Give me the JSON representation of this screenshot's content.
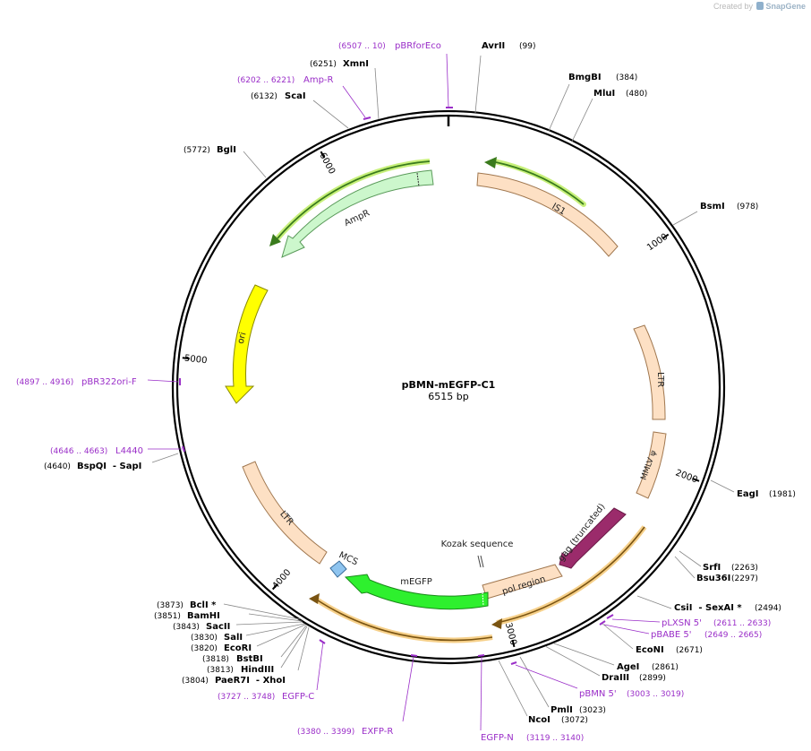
{
  "app": {
    "credit_prefix": "Created by",
    "credit_brand": "SnapGene"
  },
  "plasmid": {
    "name": "pBMN-mEGFP-C1",
    "size_label": "6515 bp",
    "length": 6515
  },
  "colors": {
    "primer": "#9a2ec8",
    "enzyme_line": "#888888",
    "feature_label": "#222222",
    "backbone": "#000000"
  },
  "ticks": [
    {
      "value": 1000,
      "label": "1000"
    },
    {
      "value": 2000,
      "label": "2000"
    },
    {
      "value": 3000,
      "label": "3000"
    },
    {
      "value": 4000,
      "label": "4000"
    },
    {
      "value": 5000,
      "label": "5000"
    },
    {
      "value": 6000,
      "label": "6000"
    }
  ],
  "features": [
    {
      "name": "IS1",
      "label": "IS1",
      "type": "misc",
      "fill": "#fde0c4",
      "stroke": "#a0774f"
    },
    {
      "name": "LTR",
      "label": "LTR",
      "type": "ltr",
      "fill": "#fde0c4",
      "stroke": "#a0774f"
    },
    {
      "name": "MMLV ψ",
      "label": "MMLV ψ",
      "type": "misc",
      "fill": "#fde0c4",
      "stroke": "#a0774f"
    },
    {
      "name": "gag (truncated)",
      "label": "gag (truncated)",
      "type": "cds",
      "fill": "#9b2b6b",
      "stroke": "#6b1c48"
    },
    {
      "name": "pol region",
      "label": "pol region",
      "type": "misc",
      "fill": "#fde0c4",
      "stroke": "#a0774f"
    },
    {
      "name": "mEGFP",
      "label": "mEGFP",
      "type": "cds",
      "fill": "#2ef02e",
      "stroke": "#1a8a1a"
    },
    {
      "name": "MCS",
      "label": "MCS",
      "type": "misc",
      "fill": "#8ec4ef",
      "stroke": "#3a6c9a"
    },
    {
      "name": "LTR",
      "label": "LTR",
      "type": "ltr",
      "fill": "#fde0c4",
      "stroke": "#a0774f"
    },
    {
      "name": "ori",
      "label": "ori",
      "type": "ori",
      "fill": "#ffff00",
      "stroke": "#8a8a00"
    },
    {
      "name": "AmpR",
      "label": "AmpR",
      "type": "cds",
      "fill": "#ccf7cc",
      "stroke": "#5a9a5a"
    },
    {
      "name": "Kozak sequence",
      "label": "Kozak sequence",
      "type": "misc",
      "fill": "#ffffff",
      "stroke": "#444444"
    }
  ],
  "enzymes": [
    {
      "name": "AvrII",
      "pos": "(99)",
      "side": "right"
    },
    {
      "name": "BmgBI",
      "pos": "(384)",
      "side": "right"
    },
    {
      "name": "MluI",
      "pos": "(480)",
      "side": "right"
    },
    {
      "name": "BsmI",
      "pos": "(978)",
      "side": "right"
    },
    {
      "name": "EagI",
      "pos": "(1981)",
      "side": "right"
    },
    {
      "name": "SrfI",
      "pos": "(2263)",
      "side": "right"
    },
    {
      "name": "Bsu36I",
      "pos": "(2297)",
      "side": "right"
    },
    {
      "name": "CsiI  - SexAI *",
      "pos": "(2494)",
      "side": "right"
    },
    {
      "name": "EcoNI",
      "pos": "(2671)",
      "side": "right"
    },
    {
      "name": "AgeI",
      "pos": "(2861)",
      "side": "right"
    },
    {
      "name": "DraIII",
      "pos": "(2899)",
      "side": "right"
    },
    {
      "name": "PmlI",
      "pos": "(3023)",
      "side": "right"
    },
    {
      "name": "NcoI",
      "pos": "(3072)",
      "side": "right"
    },
    {
      "name": "PaeR7I  - XhoI",
      "pos": "(3804)",
      "side": "left"
    },
    {
      "name": "HindIII",
      "pos": "(3813)",
      "side": "left"
    },
    {
      "name": "BstBI",
      "pos": "(3818)",
      "side": "left"
    },
    {
      "name": "EcoRI",
      "pos": "(3820)",
      "side": "left"
    },
    {
      "name": "SalI",
      "pos": "(3830)",
      "side": "left"
    },
    {
      "name": "SacII",
      "pos": "(3843)",
      "side": "left"
    },
    {
      "name": "BamHI",
      "pos": "(3851)",
      "side": "left"
    },
    {
      "name": "BclI *",
      "pos": "(3873)",
      "side": "left"
    },
    {
      "name": "BspQI  - SapI",
      "pos": "(4640)",
      "side": "left"
    },
    {
      "name": "BglI",
      "pos": "(5772)",
      "side": "left"
    },
    {
      "name": "ScaI",
      "pos": "(6132)",
      "side": "left"
    },
    {
      "name": "XmnI",
      "pos": "(6251)",
      "side": "left"
    }
  ],
  "primers": [
    {
      "name": "pBRforEco",
      "range": "(6507 .. 10)",
      "side": "left"
    },
    {
      "name": "Amp-R",
      "range": "(6202 .. 6221)",
      "side": "left"
    },
    {
      "name": "pBR322ori-F",
      "range": "(4897 .. 4916)",
      "side": "left"
    },
    {
      "name": "L4440",
      "range": "(4646 .. 4663)",
      "side": "left"
    },
    {
      "name": "EGFP-C",
      "range": "(3727 .. 3748)",
      "side": "left"
    },
    {
      "name": "EXFP-R",
      "range": "(3380 .. 3399)",
      "side": "left"
    },
    {
      "name": "EGFP-N",
      "range": "(3119 .. 3140)",
      "side": "left"
    },
    {
      "name": "pBMN 5'",
      "range": "(3003 .. 3019)",
      "side": "right"
    },
    {
      "name": "pBABE 5'",
      "range": "(2649 .. 2665)",
      "side": "right"
    },
    {
      "name": "pLXSN 5'",
      "range": "(2611 .. 2633)",
      "side": "right"
    }
  ]
}
